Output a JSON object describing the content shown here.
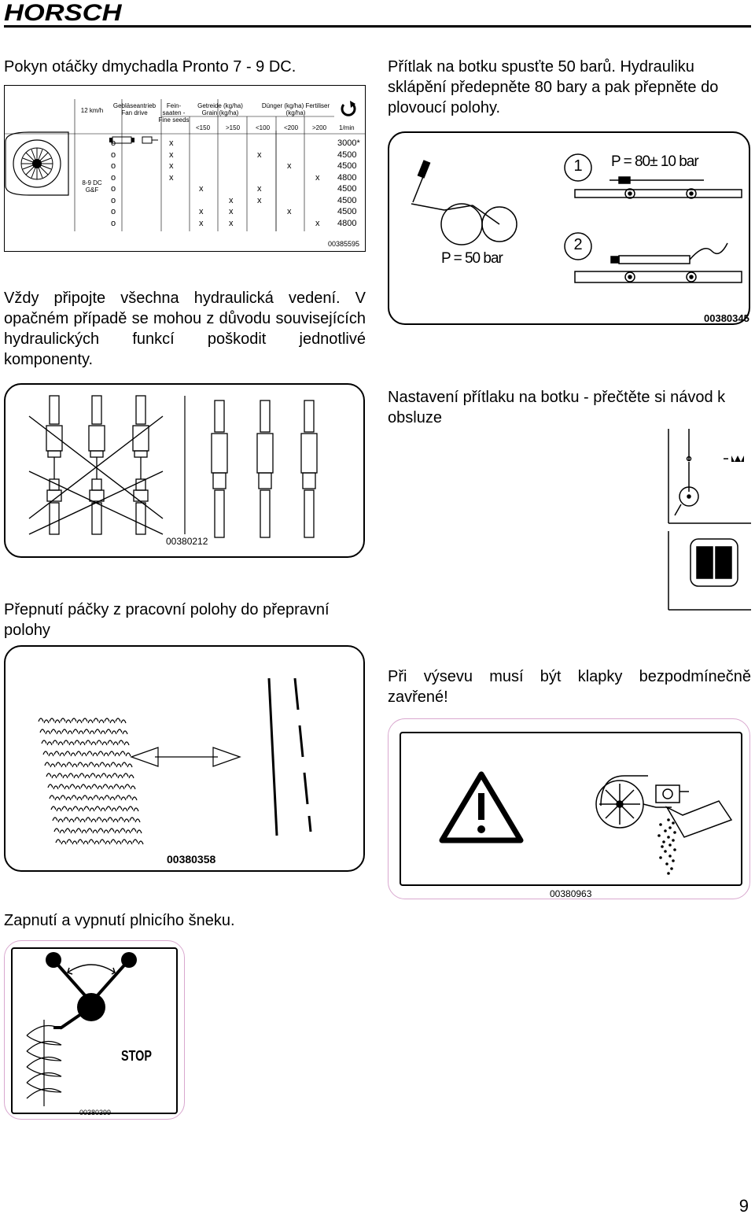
{
  "header": {
    "logo": "HORSCH",
    "page_number": "9"
  },
  "sections": {
    "fan_speed": {
      "heading": "Pokyn otáčky dmychadla Pronto 7 - 9 DC.",
      "figure": {
        "code": "00385595",
        "speed_top": "12 km/h",
        "speed_rows": "8-9 DC G&F",
        "col_fan": "Gebläseantrieb Fan drive",
        "col_fine": "Fein- saaten - Fine seeds",
        "col_grain": "Getreide (kg/ha) Grain (kg/ha)",
        "col_fert": "Dünger (kg/ha) Fertiliser (kg/ha)",
        "sub": [
          "<150",
          ">150",
          "<100",
          "<200",
          ">200",
          "1/min"
        ],
        "rows": [
          {
            "fan": "o",
            "fine": "x",
            "g1": "",
            "g2": "",
            "f1": "",
            "f2": "",
            "f3": "",
            "rpm": "3000*"
          },
          {
            "fan": "o",
            "fine": "x",
            "g1": "",
            "g2": "",
            "f1": "x",
            "f2": "",
            "f3": "",
            "rpm": "4500"
          },
          {
            "fan": "o",
            "fine": "x",
            "g1": "",
            "g2": "",
            "f1": "",
            "f2": "x",
            "f3": "",
            "rpm": "4500"
          },
          {
            "fan": "o",
            "fine": "x",
            "g1": "",
            "g2": "",
            "f1": "",
            "f2": "",
            "f3": "x",
            "rpm": "4800"
          },
          {
            "fan": "o",
            "fine": "",
            "g1": "x",
            "g2": "",
            "f1": "x",
            "f2": "",
            "f3": "",
            "rpm": "4500"
          },
          {
            "fan": "o",
            "fine": "",
            "g1": "",
            "g2": "x",
            "f1": "x",
            "f2": "",
            "f3": "",
            "rpm": "4500"
          },
          {
            "fan": "o",
            "fine": "",
            "g1": "x",
            "g2": "x",
            "f1": "",
            "f2": "x",
            "f3": "",
            "rpm": "4500"
          },
          {
            "fan": "o",
            "fine": "",
            "g1": "x",
            "g2": "x",
            "f1": "",
            "f2": "",
            "f3": "x",
            "rpm": "4800"
          }
        ]
      }
    },
    "coulter_pressure": {
      "heading": "Přítlak na botku spusťte 50 barů. Hydrauliku sklápění předepněte 80 bary a pak přepněte do plovoucí polohy.",
      "figure": {
        "code": "00380345",
        "label1": "1",
        "label2": "2",
        "p1": "P = 80± 10 bar",
        "p2": "P = 50 bar"
      }
    },
    "hydraulics": {
      "heading": "Vždy připojte všechna hydraulická vedení. V opačném případě se mohou z důvodu souvise­jících hydraulických funkcí poškodit jednotlivé komponenty.",
      "figure": {
        "code": "00380212"
      }
    },
    "pressure_setting": {
      "heading": "Nastavení přítlaku na botku - přečtěte si návod k obsluze"
    },
    "lever": {
      "heading": "Přepnutí páčky z pracovní polohy do přepravní polohy",
      "figure": {
        "code": "00380358"
      }
    },
    "flaps": {
      "heading": "Při výsevu musí být klapky bezpodmínečně zavřené!",
      "figure": {
        "code": "00380963"
      }
    },
    "auger": {
      "heading": "Zapnutí a vypnutí plnicího šneku.",
      "figure": {
        "code": "00380399",
        "stop": "STOP"
      }
    }
  }
}
